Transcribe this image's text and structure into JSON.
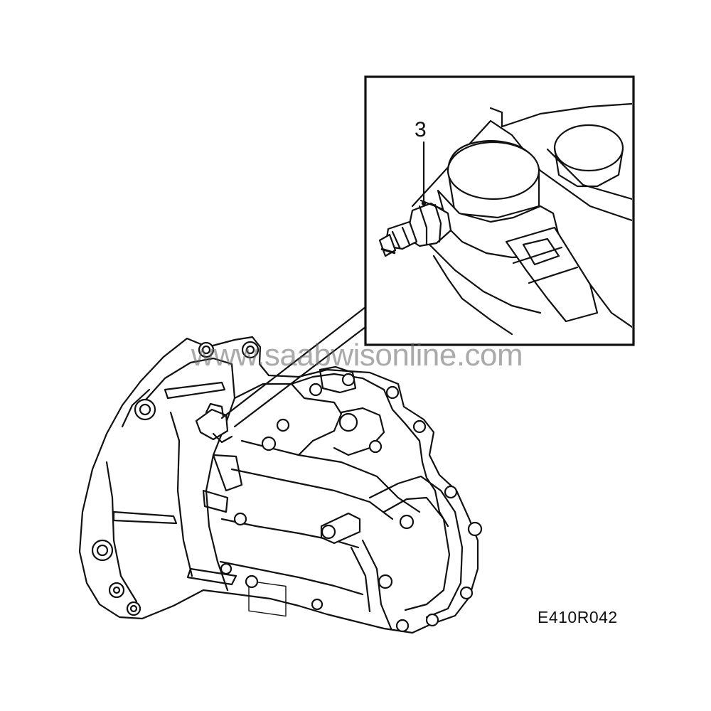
{
  "diagram": {
    "callout_number": "3",
    "figure_code": "E410R042",
    "watermark_text": "www.saabwisonline.com",
    "icons": {
      "gearbox": "gearbox-drawing",
      "detail": "reverse-light-switch-detail"
    }
  }
}
